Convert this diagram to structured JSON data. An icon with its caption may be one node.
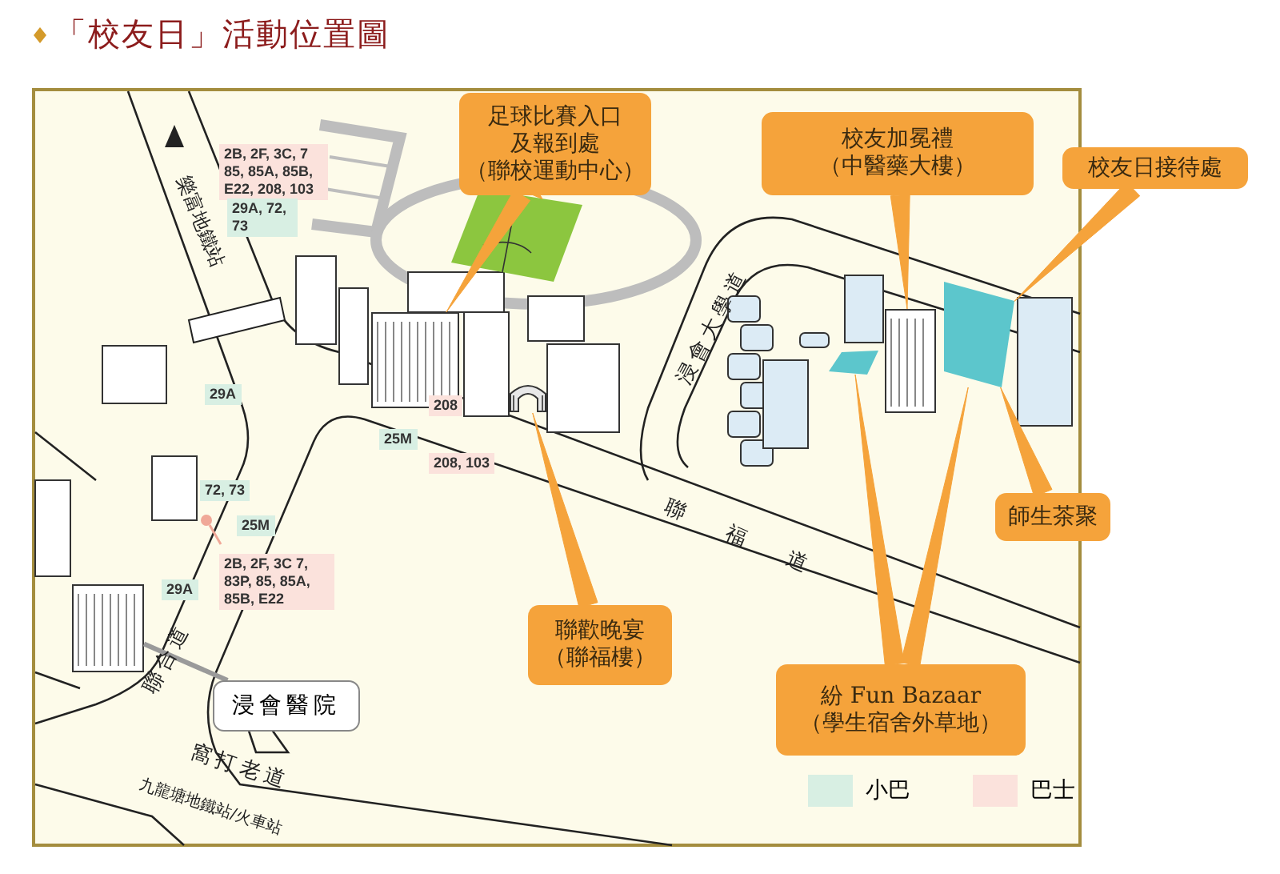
{
  "diagram": {
    "title": "「校友日」活動位置圖",
    "nodes": [
      {
        "text": [
          "足球比賽入口及報到處",
          "（聯校運動中心）"
        ]
      },
      {
        "text": [
          "校友加冕禮",
          "（中醫藥大樓）"
        ]
      },
      {
        "text": [
          "校友日接待處"
        ]
      },
      {
        "text": [
          "師生茶聚"
        ]
      },
      {
        "text": [
          "聯歡晚宴",
          "（聯福樓）"
        ]
      },
      {
        "text": [
          "紛 Fun Bazaar",
          "（學生宿舍外草地）"
        ]
      },
      {
        "text": [
          "浸會醫院"
        ]
      },
      {
        "text": [],
        "shape": "box"
      },
      {
        "text": [],
        "shape": "picture"
      },
      {
        "text": [],
        "shape": "picture"
      },
      {
        "text": [],
        "shape": "box"
      },
      {
        "text": [],
        "shape": "box"
      },
      {
        "text": [],
        "shape": "picture"
      },
      {
        "text": [],
        "shape": "picture"
      }
    ],
    "edges": [
      {
        "from": 0,
        "to": 8,
        "arrow": "none"
      },
      {
        "from": 0,
        "to": 7,
        "arrow": "none"
      },
      {
        "from": 1,
        "to": 9,
        "arrow": "none"
      },
      {
        "from": 2,
        "to": 10,
        "arrow": "none"
      },
      {
        "from": 3,
        "to": 10,
        "arrow": "none"
      },
      {
        "from": 5,
        "to": 11,
        "arrow": "none"
      },
      {
        "from": 5,
        "to": 10,
        "arrow": "none"
      },
      {
        "from": 4,
        "to": 12,
        "arrow": "none"
      },
      {
        "from": 6,
        "to": 13,
        "arrow": "none",
        "color": "#9a9a9a"
      }
    ],
    "labels": [
      "2B, 2F, 3C, 7 85, 85A, 85B, E22, 208, 103",
      "29A, 72, 73",
      "29A",
      "208",
      "25M",
      "208, 103",
      "72, 73",
      "25M",
      "2B, 2F, 3C 7, 83P, 85, 85A, 85B, E22",
      "29A",
      "樂富地鐵站",
      "浸會大學道",
      "聯 福 道",
      "聯合道",
      "窩打老道",
      "九龍塘地鐵站/火車站"
    ],
    "legend": [
      {
        "text": "小巴",
        "color": "#d8efe3"
      },
      {
        "text": "巴士",
        "color": "#fbe2dc"
      }
    ]
  }
}
